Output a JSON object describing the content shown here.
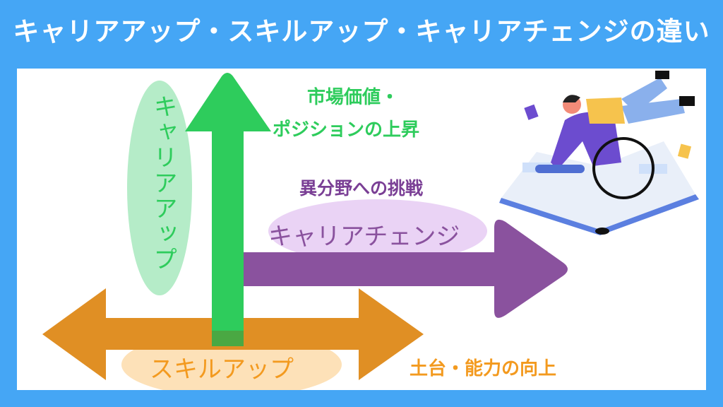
{
  "title": "キャリアアップ・スキルアップ・キャリアチェンジの違い",
  "career_up": {
    "label": "キャリアアップ",
    "desc_line1": "市場価値・",
    "desc_line2": "ポジションの上昇"
  },
  "career_change": {
    "label": "キャリアチェンジ",
    "desc": "異分野への挑戦"
  },
  "skill_up": {
    "label": "スキルアップ",
    "desc": "土台・能力の向上"
  },
  "colors": {
    "background": "#45a6f5",
    "green": "#2ecc5c",
    "purple": "#8a529e",
    "orange": "#e08f24"
  },
  "illustration": "person-with-magnifier-on-book-icon"
}
